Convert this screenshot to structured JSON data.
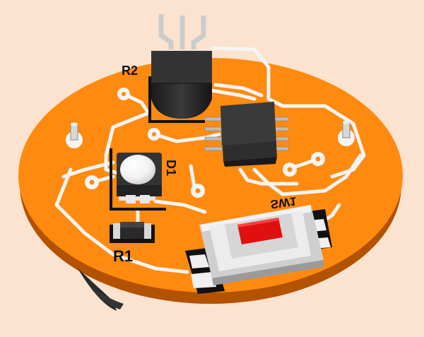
{
  "board": {
    "labels": {
      "r2": "R2",
      "r1": "R1",
      "d1": "D1",
      "sw1": "SW1"
    }
  },
  "colors": {
    "background": "#fbe3cf",
    "pcb": "#ff8a10",
    "pcb_edge": "#c85e00",
    "trace": "#f4f4f4",
    "silkscreen": "#111111",
    "component_body": "#2a2a2a",
    "switch_cap": "#e01010",
    "switch_body": "#e8e8e8"
  },
  "components": [
    {
      "ref": "R2",
      "kind": "TO-92 transistor"
    },
    {
      "ref": "D1",
      "kind": "white LED"
    },
    {
      "ref": "R1",
      "kind": "SMD resistor"
    },
    {
      "ref": "SW1",
      "kind": "tactile switch"
    },
    {
      "ref": "",
      "kind": "SOIC-8 IC"
    }
  ]
}
